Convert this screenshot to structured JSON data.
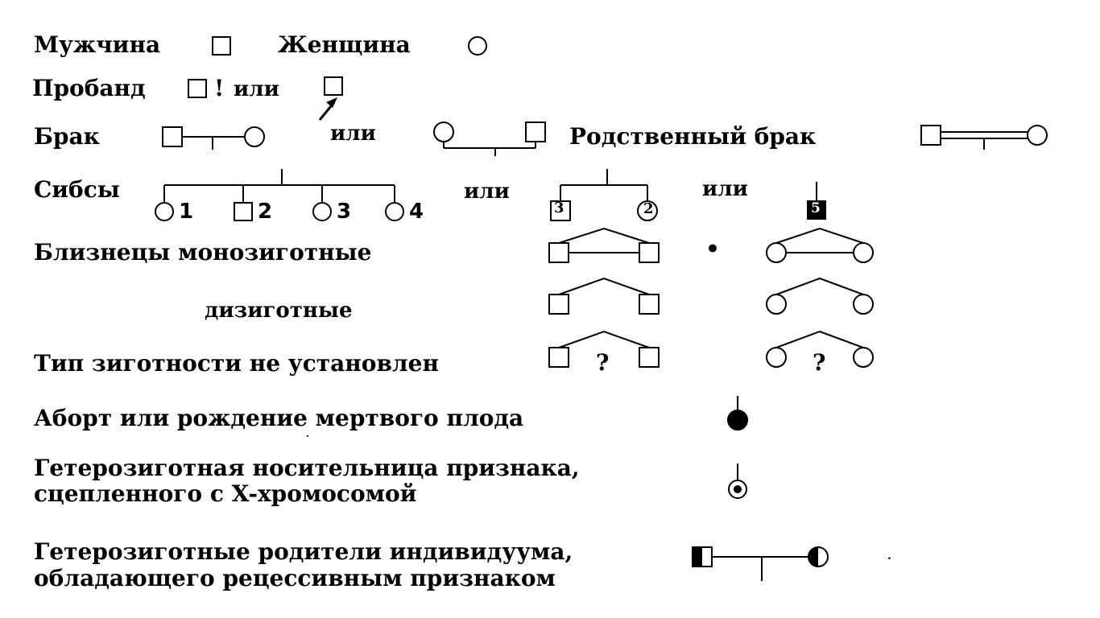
{
  "legend": {
    "male": "Мужчина",
    "female": "Женщина",
    "proband": "Пробанд",
    "or": "или",
    "proband_mark": "!",
    "marriage": "Брак",
    "consanguineous": "Родственный брак",
    "sibs": "Сибсы",
    "sib_numbers": [
      "1",
      "2",
      "3",
      "4"
    ],
    "sib_count_female": "2",
    "sib_count_male": "3",
    "sib_count_any": "5",
    "twins_mono": "Близнецы монозиготные",
    "twins_di": "дизиготные",
    "twins_unknown": "Тип зиготности не установлен",
    "question": "?",
    "abortion": "Аборт или рождение мертвого плода",
    "carrier_line1": "Гетерозиготная носительница признака,",
    "carrier_line2": "сцепленного с X-хромосомой",
    "parents_line1": "Гетерозиготные родители индивидуума,",
    "parents_line2": "обладающего рецессивным признаком"
  },
  "colors": {
    "ink": "#000000",
    "background": "#ffffff"
  }
}
